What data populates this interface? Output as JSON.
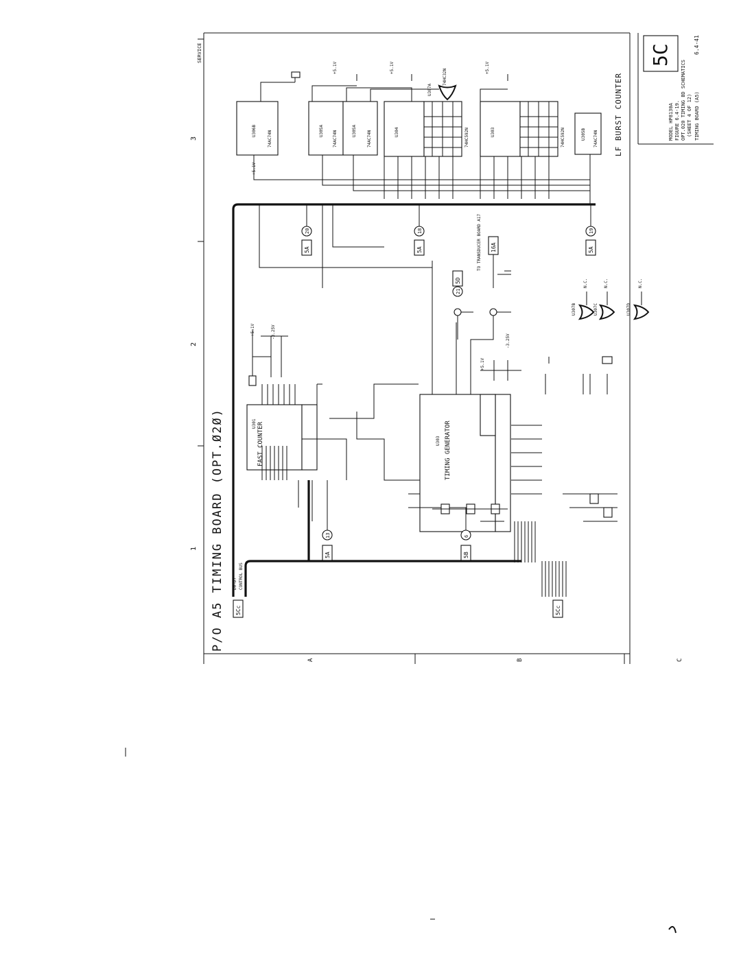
{
  "page": {
    "title": "P/O A5 TIMING BOARD (OPT.Ø2Ø)",
    "sheet_tab": "SERVICE",
    "page_badge": "5C",
    "column_labels": [
      "1",
      "2",
      "3"
    ],
    "row_labels": [
      "A",
      "B",
      "C"
    ],
    "page_number": "6.4-41",
    "title_block": [
      "MODEL HP8130A",
      "FIGURE 6.4-19.",
      "OPT.020 TIMING BD SCHEMATICS",
      "(SHEET 4 OF 12)",
      "TIMING BOARD (A5)"
    ]
  },
  "sections": {
    "lf_burst_counter": "LF BURST COUNTER",
    "fast_counter": "FAST COUNTER",
    "timing_generator": "TIMING GENERATOR"
  },
  "chips": {
    "fast_counter": {
      "ref": "U301",
      "type": "FAST COUNTER"
    },
    "timing_generator": {
      "ref": "U303",
      "type": "TIMING GENERATOR"
    },
    "ff1": {
      "ref": "U306B",
      "type": "74AC74N"
    },
    "ff2": {
      "ref": "U305A",
      "type": "74AC74N"
    },
    "ff3": {
      "ref": "U305A",
      "type": "74AC74N"
    },
    "ctr1": {
      "ref": "U304",
      "type": "74HC592N"
    },
    "ctr2": {
      "ref": "U303",
      "type": "74HC592N"
    },
    "ff4": {
      "ref": "U305B",
      "type": "74AC74N"
    },
    "or_gate": {
      "ref": "U307A",
      "type": "74HC32N"
    },
    "spare_gates": [
      {
        "ref": "U307B",
        "nc": "N.C."
      },
      {
        "ref": "U307C",
        "nc": "N.C."
      },
      {
        "ref": "U307D",
        "nc": "N.C."
      }
    ]
  },
  "connectors": {
    "bus_in_1": "5Cc",
    "bus_in_2": "5Cc",
    "bus_label_data": "D0-D7",
    "bus_label_control": "CONTROL BUS",
    "ref_5A_13": "5A",
    "ref_5A_13_num": "13",
    "ref_5B_6": "5B",
    "ref_5B_6_num": "6",
    "ref_5A_20": "5A",
    "ref_5A_20_num": "20",
    "ref_5A_18": "5A",
    "ref_5A_18_num": "18",
    "ref_5A_19": "5A",
    "ref_5A_19_num": "19",
    "ref_5D_21": "5D",
    "ref_5D_21_num": "21",
    "ref_16A": "16A",
    "transducer_note": "TO TRANSDUCER BOARD A17"
  },
  "rails": {
    "p51": "+5.1V",
    "m325": "-3.25V"
  }
}
